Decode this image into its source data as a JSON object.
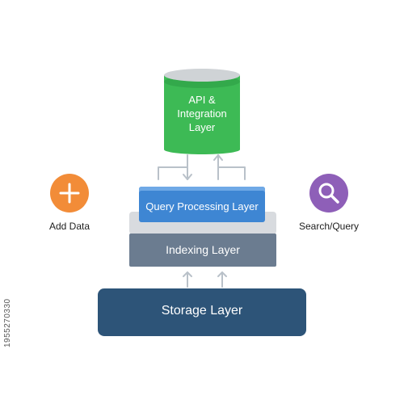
{
  "layers": {
    "api": "API &\nIntegration\nLayer",
    "query": "Query Processing Layer",
    "indexing": "Indexing Layer",
    "storage": "Storage Layer"
  },
  "actions": {
    "add": {
      "label": "Add Data",
      "icon": "plus-icon",
      "color": "#f28c38"
    },
    "search": {
      "label": "Search/Query",
      "icon": "search-icon",
      "color": "#8e5fb8"
    }
  },
  "colors": {
    "api": "#3dba55",
    "query": "#3e86d3",
    "indexing": "#6b7c90",
    "storage": "#2d5478",
    "connector": "#b9c1c9"
  },
  "side_text": "1955270330"
}
